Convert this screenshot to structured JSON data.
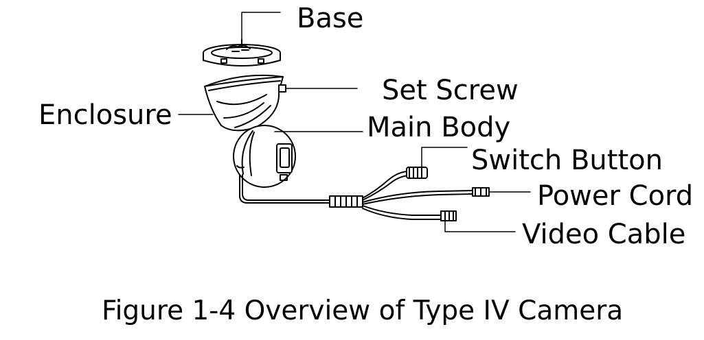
{
  "figure": {
    "caption": "Figure 1-4 Overview of Type IV Camera",
    "labels": {
      "base": "Base",
      "set_screw": "Set Screw",
      "enclosure": "Enclosure",
      "main_body": "Main Body",
      "switch_button": "Switch Button",
      "power_cord": "Power Cord",
      "video_cable": "Video Cable"
    }
  }
}
